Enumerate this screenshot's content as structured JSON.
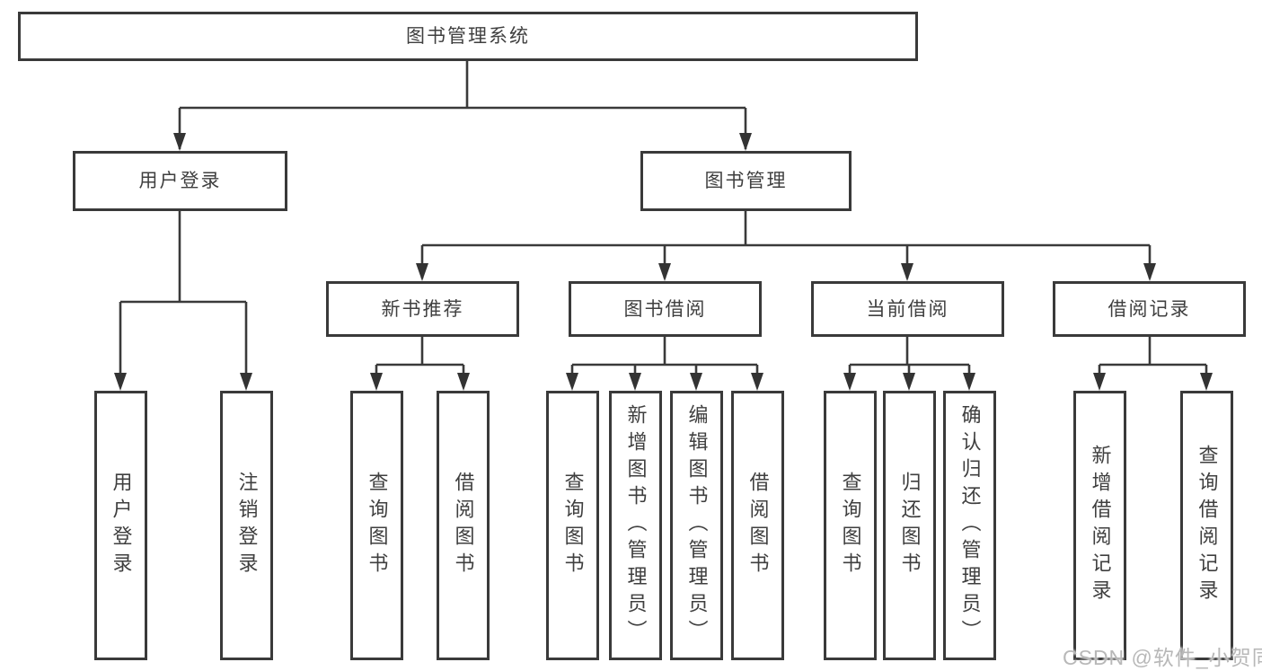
{
  "nodes": {
    "root": "图书管理系统",
    "level1": [
      "用户登录",
      "图书管理"
    ],
    "level2": [
      "新书推荐",
      "图书借阅",
      "当前借阅",
      "借阅记录"
    ],
    "leaves": {
      "user_login": [
        "用户登录",
        "注销登录"
      ],
      "new_book_recommend": [
        "查询图书",
        "借阅图书"
      ],
      "book_borrow": [
        "查询图书",
        "新增图书（管理员）",
        "编辑图书（管理员）",
        "借阅图书"
      ],
      "current_borrow": [
        "查询图书",
        "归还图书",
        "确认归还（管理员）"
      ],
      "borrow_records": [
        "新增借阅记录",
        "查询借阅记录"
      ]
    }
  },
  "watermark": {
    "text": "CSDN @软件_小贺同学"
  },
  "colors": {
    "line": "#3a3a3a",
    "box_border": "#3a3a3a",
    "text": "#3f3f3f",
    "background": "#ffffff",
    "watermark": "#b8b8b8"
  }
}
